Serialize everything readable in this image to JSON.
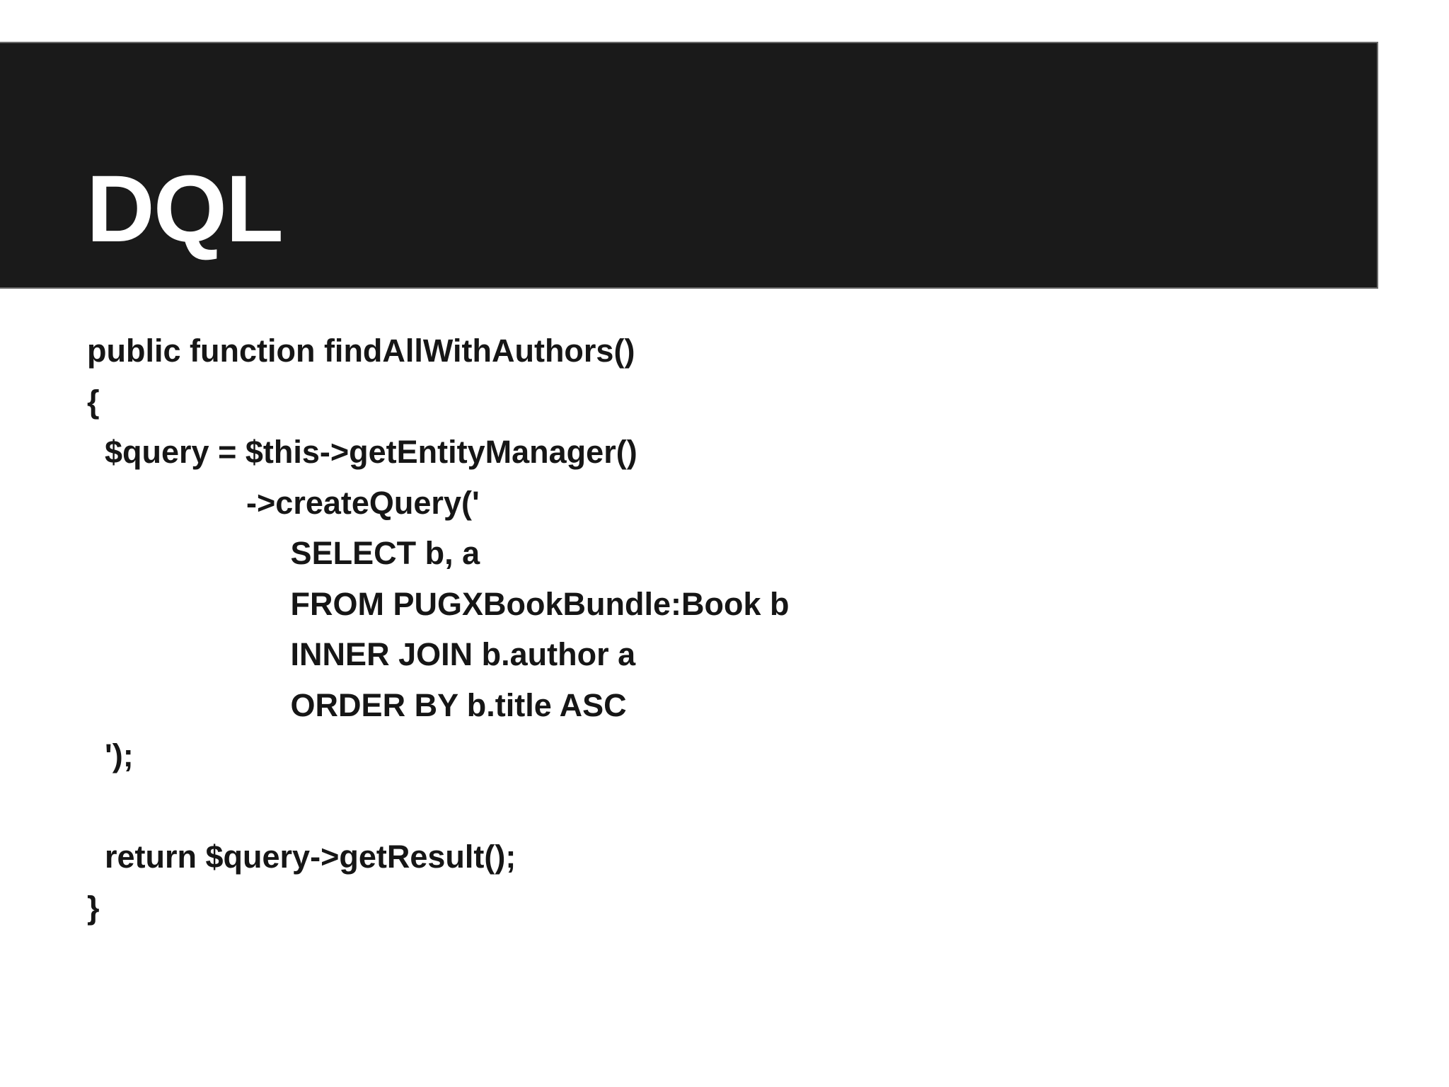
{
  "slide": {
    "title": "DQL",
    "code_lines": [
      "public function findAllWithAuthors()",
      "{",
      "  $query = $this->getEntityManager()",
      "                  ->createQuery('",
      "                       SELECT b, a",
      "                       FROM PUGXBookBundle:Book b",
      "                       INNER JOIN b.author a",
      "                       ORDER BY b.title ASC",
      "  ');",
      "",
      "  return $query->getResult();",
      "}"
    ]
  },
  "colors": {
    "header_bg": "#1a1a1a",
    "header_border": "#6a6a6a",
    "title_color": "#ffffff",
    "code_color": "#161616",
    "page_bg": "#ffffff"
  }
}
